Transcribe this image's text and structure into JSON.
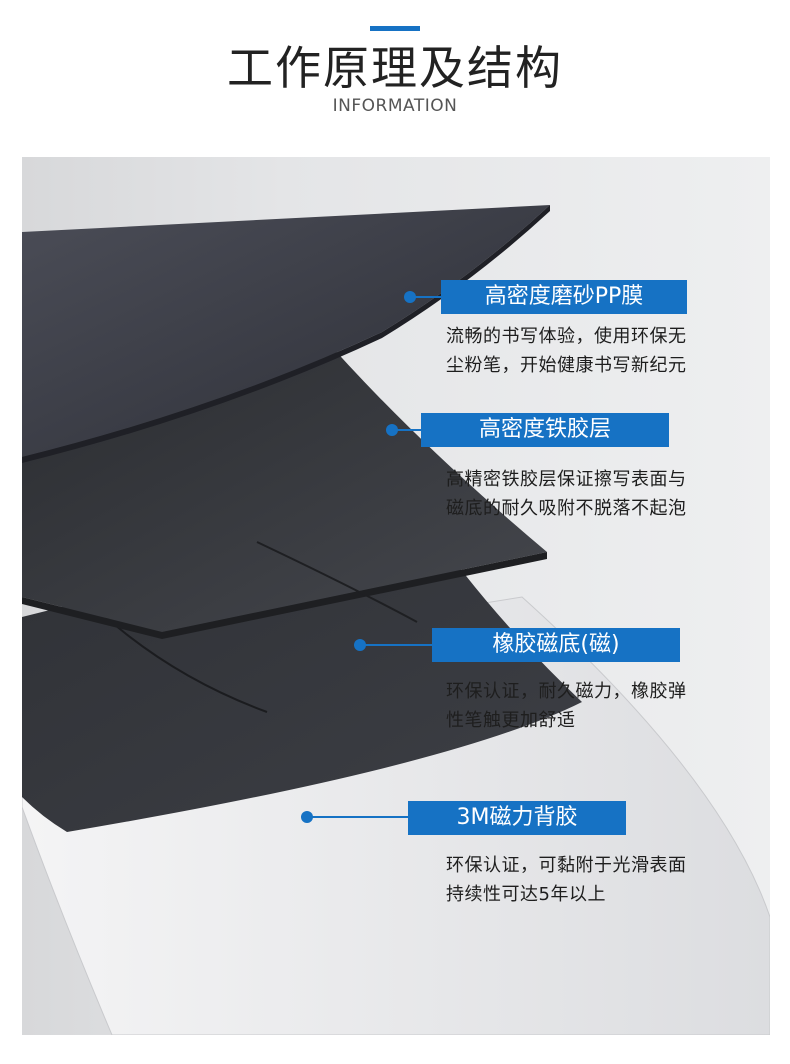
{
  "header": {
    "title": "工作原理及结构",
    "subtitle": "INFORMATION"
  },
  "layers": [
    {
      "label": "高密度磨砂PP膜",
      "desc": [
        "流畅的书写体验，使用环保无",
        "尘粉笔，开始健康书写新纪元"
      ]
    },
    {
      "label": "高密度铁胶层",
      "desc": [
        "高精密铁胶层保证擦写表面与",
        "磁底的耐久吸附不脱落不起泡"
      ]
    },
    {
      "label": "橡胶磁底(磁)",
      "desc": [
        "环保认证，耐久磁力，橡胶弹",
        "性笔触更加舒适"
      ]
    },
    {
      "label": "3M磁力背胶",
      "desc": [
        "环保认证，可黏附于光滑表面",
        "持续性可达5年以上"
      ]
    }
  ],
  "colors": {
    "accent": "#1672c4",
    "layer_dark": "#3a3d44",
    "background": "#e4e5e7"
  }
}
